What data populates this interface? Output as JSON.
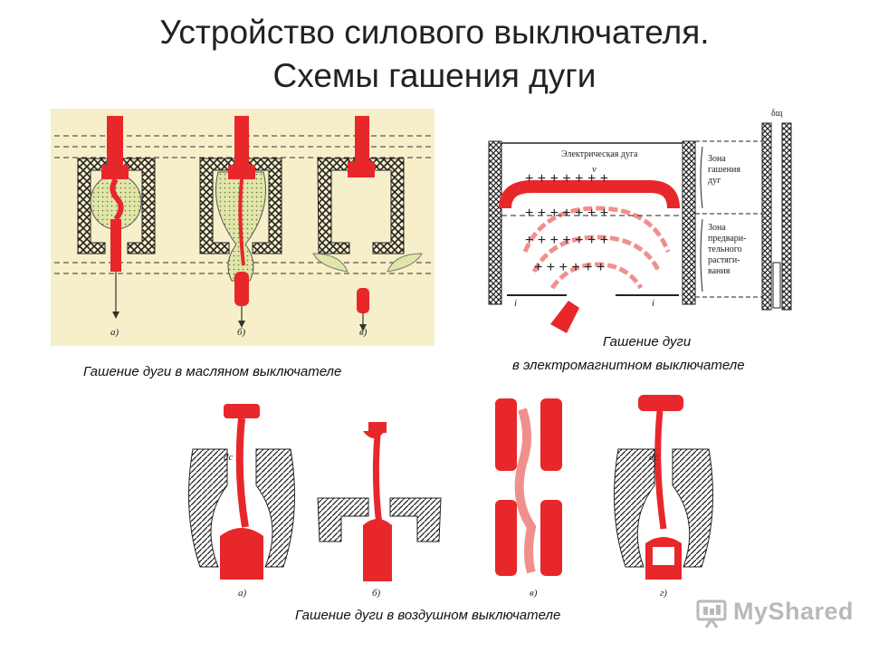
{
  "slide": {
    "title_line1": "Устройство силового выключателя.",
    "title_line2": "Схемы гашения дуги"
  },
  "oil_panel": {
    "caption": "Гашение дуги в масляном выключателе",
    "sublabels": [
      "а)",
      "б)",
      "в)"
    ]
  },
  "em_panel": {
    "caption_line1": "Гашение дуги",
    "caption_line2": "в электромагнитном выключателе",
    "arc_label": "Электрическая дуга",
    "zone1_label": [
      "Зона",
      "гашения",
      "дуг"
    ],
    "zone2_label": [
      "Зона",
      "предвари-",
      "тельного",
      "растяги-",
      "вания"
    ],
    "delta_label": "δщ",
    "axis_v": "v",
    "current_i": "i"
  },
  "air_panel": {
    "caption": "Гашение дуги в воздушном выключателе",
    "sublabels": [
      "а)",
      "б)",
      "в)",
      "г)"
    ],
    "dc_label": "dc"
  },
  "logo": {
    "text": "MyShared",
    "icon": "presentation-board-icon"
  },
  "colors": {
    "accent_red": "#e8272b",
    "oil_background": "#f6efc9",
    "oil_gas": "#dfe6a8",
    "logo_gray": "#b9b9b9"
  }
}
